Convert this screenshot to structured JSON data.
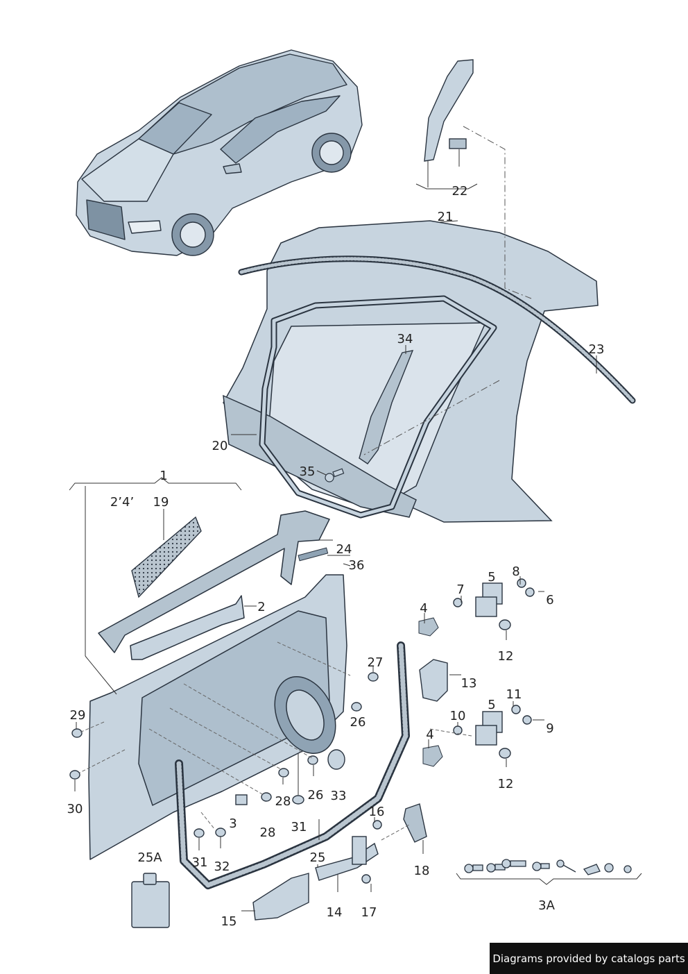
{
  "colors": {
    "part_fill": "#c7d4df",
    "part_fill_dark": "#8fa3b4",
    "outline": "#2a3440",
    "seal": "#9aa7b3",
    "leader": "#333333",
    "footer_bg": "#101010",
    "footer_text": "#ffffff"
  },
  "callouts": {
    "c1": "1",
    "c2": "2",
    "c3": "3",
    "c3A": "3A",
    "c4a": "4",
    "c4b": "4",
    "c5a": "5",
    "c5b": "5",
    "c6": "6",
    "c7": "7",
    "c8": "8",
    "c9": "9",
    "c10": "10",
    "c11": "11",
    "c12a": "12",
    "c12b": "12",
    "c13": "13",
    "c14": "14",
    "c15": "15",
    "c16": "16",
    "c17": "17",
    "c18": "18",
    "c19": "19",
    "c20": "20",
    "c21": "21",
    "c22": "22",
    "c23": "23",
    "c24": "24",
    "c25": "25",
    "c25A": "25A",
    "c26a": "26",
    "c26b": "26",
    "c27": "27",
    "c28a": "28",
    "c28b": "28",
    "c29": "29",
    "c30": "30",
    "c31a": "31",
    "c31b": "31",
    "c32": "32",
    "c33": "33",
    "c34": "34",
    "c35": "35",
    "c36": "36",
    "variant": "2’4’"
  },
  "footer": {
    "text": "Diagrams provided by catalogs parts"
  }
}
